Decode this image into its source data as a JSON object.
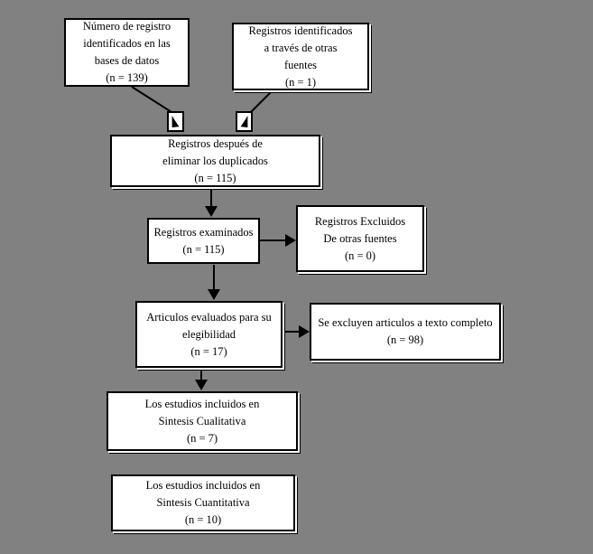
{
  "diagram": {
    "type": "prisma-flow-diagram",
    "language": "es",
    "colors": {
      "background": "#818181",
      "box_fill": "#ffffff",
      "box_border": "#000000",
      "text": "#000000",
      "connector": "#000000"
    },
    "boxes": {
      "identified_db": {
        "lines": [
          "Número de registro",
          "identificados en las",
          "bases de datos",
          "(n = 139)"
        ],
        "n": 139
      },
      "identified_other": {
        "lines": [
          "Registros identificados",
          "a través de otras",
          "fuentes",
          "(n = 1)"
        ],
        "n": 1
      },
      "deduplicated": {
        "lines": [
          "Registros después de",
          "eliminar los duplicados",
          "(n = 115)"
        ],
        "n": 115
      },
      "screened": {
        "lines": [
          "Registros examinados",
          "(n = 115)"
        ],
        "n": 115
      },
      "excluded_sources": {
        "lines": [
          "Registros Excluidos",
          "De otras fuentes",
          "(n = 0)"
        ],
        "n": 0
      },
      "eligibility": {
        "lines": [
          "Articulos evaluados para su",
          "elegibilidad",
          "(n = 17)"
        ],
        "n": 17
      },
      "excluded_fulltext": {
        "lines": [
          "Se excluyen articulos a texto completo",
          "(n = 98)"
        ],
        "n": 98
      },
      "qualitative": {
        "lines": [
          "Los estudios incluidos en",
          "Sintesis Cualitativa",
          "(n = 7)"
        ],
        "n": 7
      },
      "quantitative": {
        "lines": [
          "Los estudios incluidos en",
          "Sintesis Cuantitativa",
          "(n = 10)"
        ],
        "n": 10
      }
    },
    "icons": {
      "marker_left": "arrowhead-down-left",
      "marker_right": "arrowhead-down-right"
    }
  }
}
